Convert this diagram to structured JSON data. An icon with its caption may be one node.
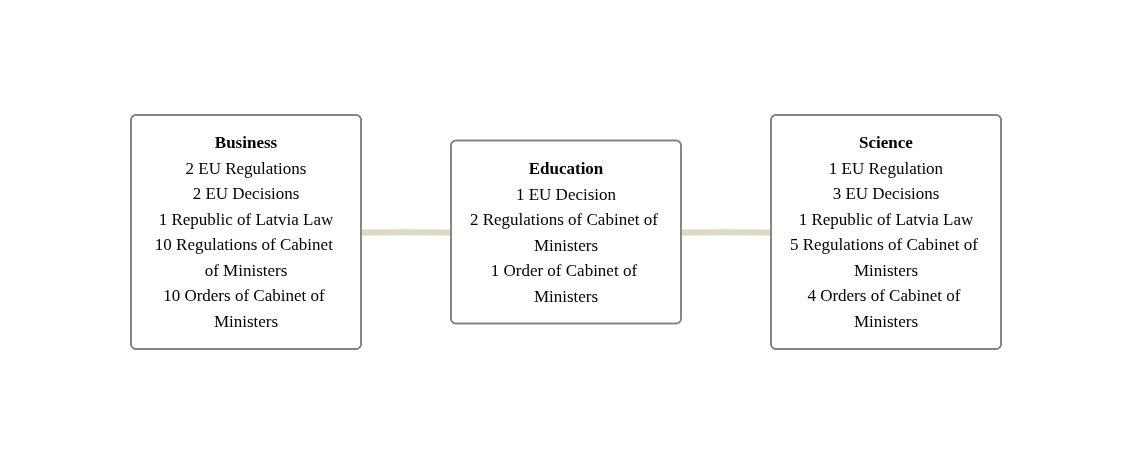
{
  "diagram": {
    "nodes": [
      {
        "text": [
          "Business",
          "2 EU Regulations",
          "2 EU Decisions",
          "1 Republic of Latvia Law",
          "10 Regulations of Cabinet of Ministers",
          "10 Orders of Cabinet of Ministers"
        ]
      },
      {
        "text": [
          "Education",
          "1 EU Decision",
          "2 Regulations of Cabinet of Ministers",
          "1 Order of Cabinet of Ministers"
        ]
      },
      {
        "text": [
          "Science",
          "1 EU Regulation",
          "3 EU Decisions",
          "1 Republic of Latvia Law",
          "5 Regulations of Cabinet of Ministers",
          "4 Orders of Cabinet of Ministers"
        ]
      }
    ],
    "edges": [
      {
        "from": 0,
        "to": 1,
        "arrow": "none",
        "color": "#ddd8c4"
      },
      {
        "from": 1,
        "to": 2,
        "arrow": "none",
        "color": "#ddd8c4"
      }
    ]
  }
}
